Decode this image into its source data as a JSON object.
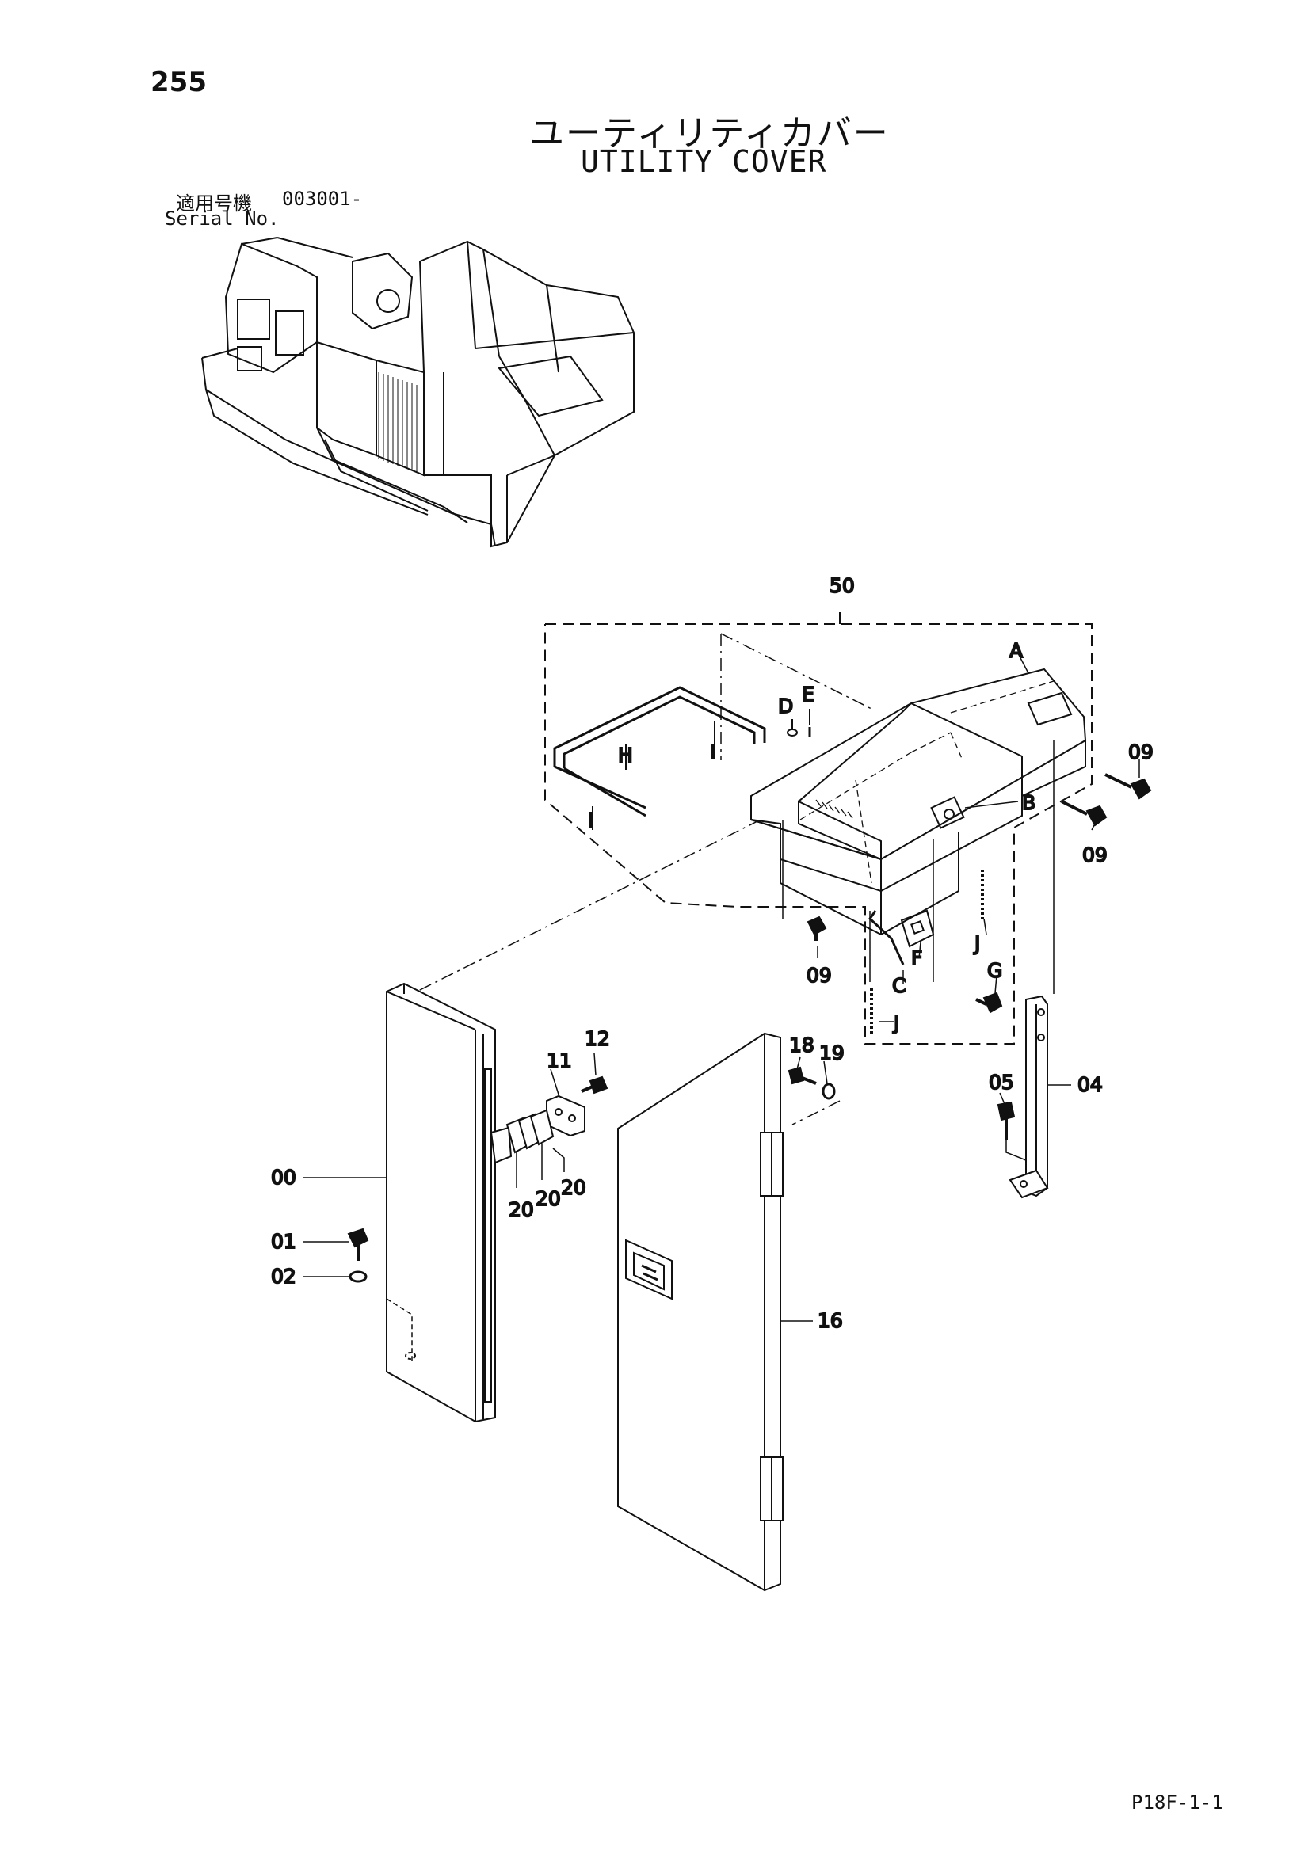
{
  "page_number": "255",
  "title_jp": "ユーティリティカバー",
  "title_en": "UTILITY COVER",
  "serial": {
    "label_jp": "適用号機",
    "value": "003001-",
    "label_en": "Serial No."
  },
  "callouts": {
    "c50": "50",
    "cA": "A",
    "cB": "B",
    "cC": "C",
    "cD": "D",
    "cE": "E",
    "cF": "F",
    "cG": "G",
    "cH": "H",
    "cI1": "I",
    "cI2": "I",
    "cJ1": "J",
    "cJ2": "J",
    "c09a": "09",
    "c09b": "09",
    "c09c": "09",
    "c00": "00",
    "c01": "01",
    "c02": "02",
    "c04": "04",
    "c05": "05",
    "c11": "11",
    "c12": "12",
    "c16": "16",
    "c18": "18",
    "c19": "19",
    "c20a": "20",
    "c20b": "20",
    "c20c": "20"
  },
  "page_code": "P18F-1-1"
}
